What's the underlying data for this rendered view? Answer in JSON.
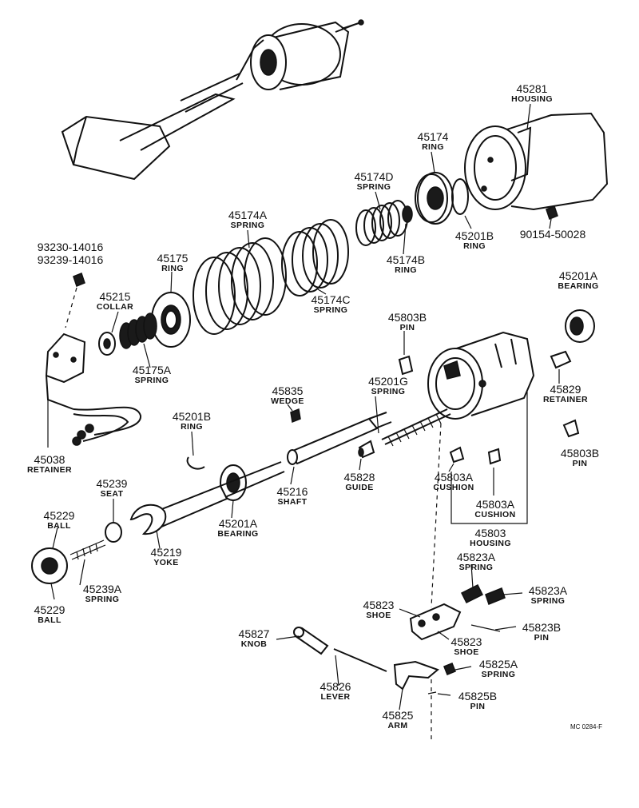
{
  "figure_code": "MC 0284-F",
  "parts": [
    {
      "key": "p45281",
      "number": "45281",
      "name": "HOUSING"
    },
    {
      "key": "p45174",
      "number": "45174",
      "name": "RING"
    },
    {
      "key": "p45174D",
      "number": "45174D",
      "name": "SPRING"
    },
    {
      "key": "p45174A",
      "number": "45174A",
      "name": "SPRING"
    },
    {
      "key": "p45201B_top",
      "number": "45201B",
      "name": "RING"
    },
    {
      "key": "p90154",
      "number": "90154-50028",
      "name": ""
    },
    {
      "key": "p93230",
      "number": "93230-14016",
      "name": ""
    },
    {
      "key": "p93239",
      "number": "93239-14016",
      "name": ""
    },
    {
      "key": "p45175",
      "number": "45175",
      "name": "RING"
    },
    {
      "key": "p45174B",
      "number": "45174B",
      "name": "RING"
    },
    {
      "key": "p45215",
      "number": "45215",
      "name": "COLLAR"
    },
    {
      "key": "p45174C",
      "number": "45174C",
      "name": "SPRING"
    },
    {
      "key": "p45201A_right",
      "number": "45201A",
      "name": "BEARING"
    },
    {
      "key": "p45803B_top",
      "number": "45803B",
      "name": "PIN"
    },
    {
      "key": "p45175A",
      "number": "45175A",
      "name": "SPRING"
    },
    {
      "key": "p45201G",
      "number": "45201G",
      "name": "SPRING"
    },
    {
      "key": "p45829",
      "number": "45829",
      "name": "RETAINER"
    },
    {
      "key": "p45835",
      "number": "45835",
      "name": "WEDGE"
    },
    {
      "key": "p45201B_mid",
      "number": "45201B",
      "name": "RING"
    },
    {
      "key": "p45038",
      "number": "45038",
      "name": "RETAINER"
    },
    {
      "key": "p45803B_right",
      "number": "45803B",
      "name": "PIN"
    },
    {
      "key": "p45239",
      "number": "45239",
      "name": "SEAT"
    },
    {
      "key": "p45828",
      "number": "45828",
      "name": "GUIDE"
    },
    {
      "key": "p45803A_1",
      "number": "45803A",
      "name": "CUSHION"
    },
    {
      "key": "p45216",
      "number": "45216",
      "name": "SHAFT"
    },
    {
      "key": "p45229_top",
      "number": "45229",
      "name": "BALL"
    },
    {
      "key": "p45803A_2",
      "number": "45803A",
      "name": "CUSHION"
    },
    {
      "key": "p45201A_mid",
      "number": "45201A",
      "name": "BEARING"
    },
    {
      "key": "p45803",
      "number": "45803",
      "name": "HOUSING"
    },
    {
      "key": "p45219",
      "number": "45219",
      "name": "YOKE"
    },
    {
      "key": "p45823A_1",
      "number": "45823A",
      "name": "SPRING"
    },
    {
      "key": "p45239A",
      "number": "45239A",
      "name": "SPRING"
    },
    {
      "key": "p45823A_2",
      "number": "45823A",
      "name": "SPRING"
    },
    {
      "key": "p45229_bot",
      "number": "45229",
      "name": "BALL"
    },
    {
      "key": "p45823_1",
      "number": "45823",
      "name": "SHOE"
    },
    {
      "key": "p45823B",
      "number": "45823B",
      "name": "PIN"
    },
    {
      "key": "p45827",
      "number": "45827",
      "name": "KNOB"
    },
    {
      "key": "p45823_2",
      "number": "45823",
      "name": "SHOE"
    },
    {
      "key": "p45825A",
      "number": "45825A",
      "name": "SPRING"
    },
    {
      "key": "p45826",
      "number": "45826",
      "name": "LEVER"
    },
    {
      "key": "p45825B",
      "number": "45825B",
      "name": "PIN"
    },
    {
      "key": "p45825",
      "number": "45825",
      "name": "ARM"
    }
  ]
}
